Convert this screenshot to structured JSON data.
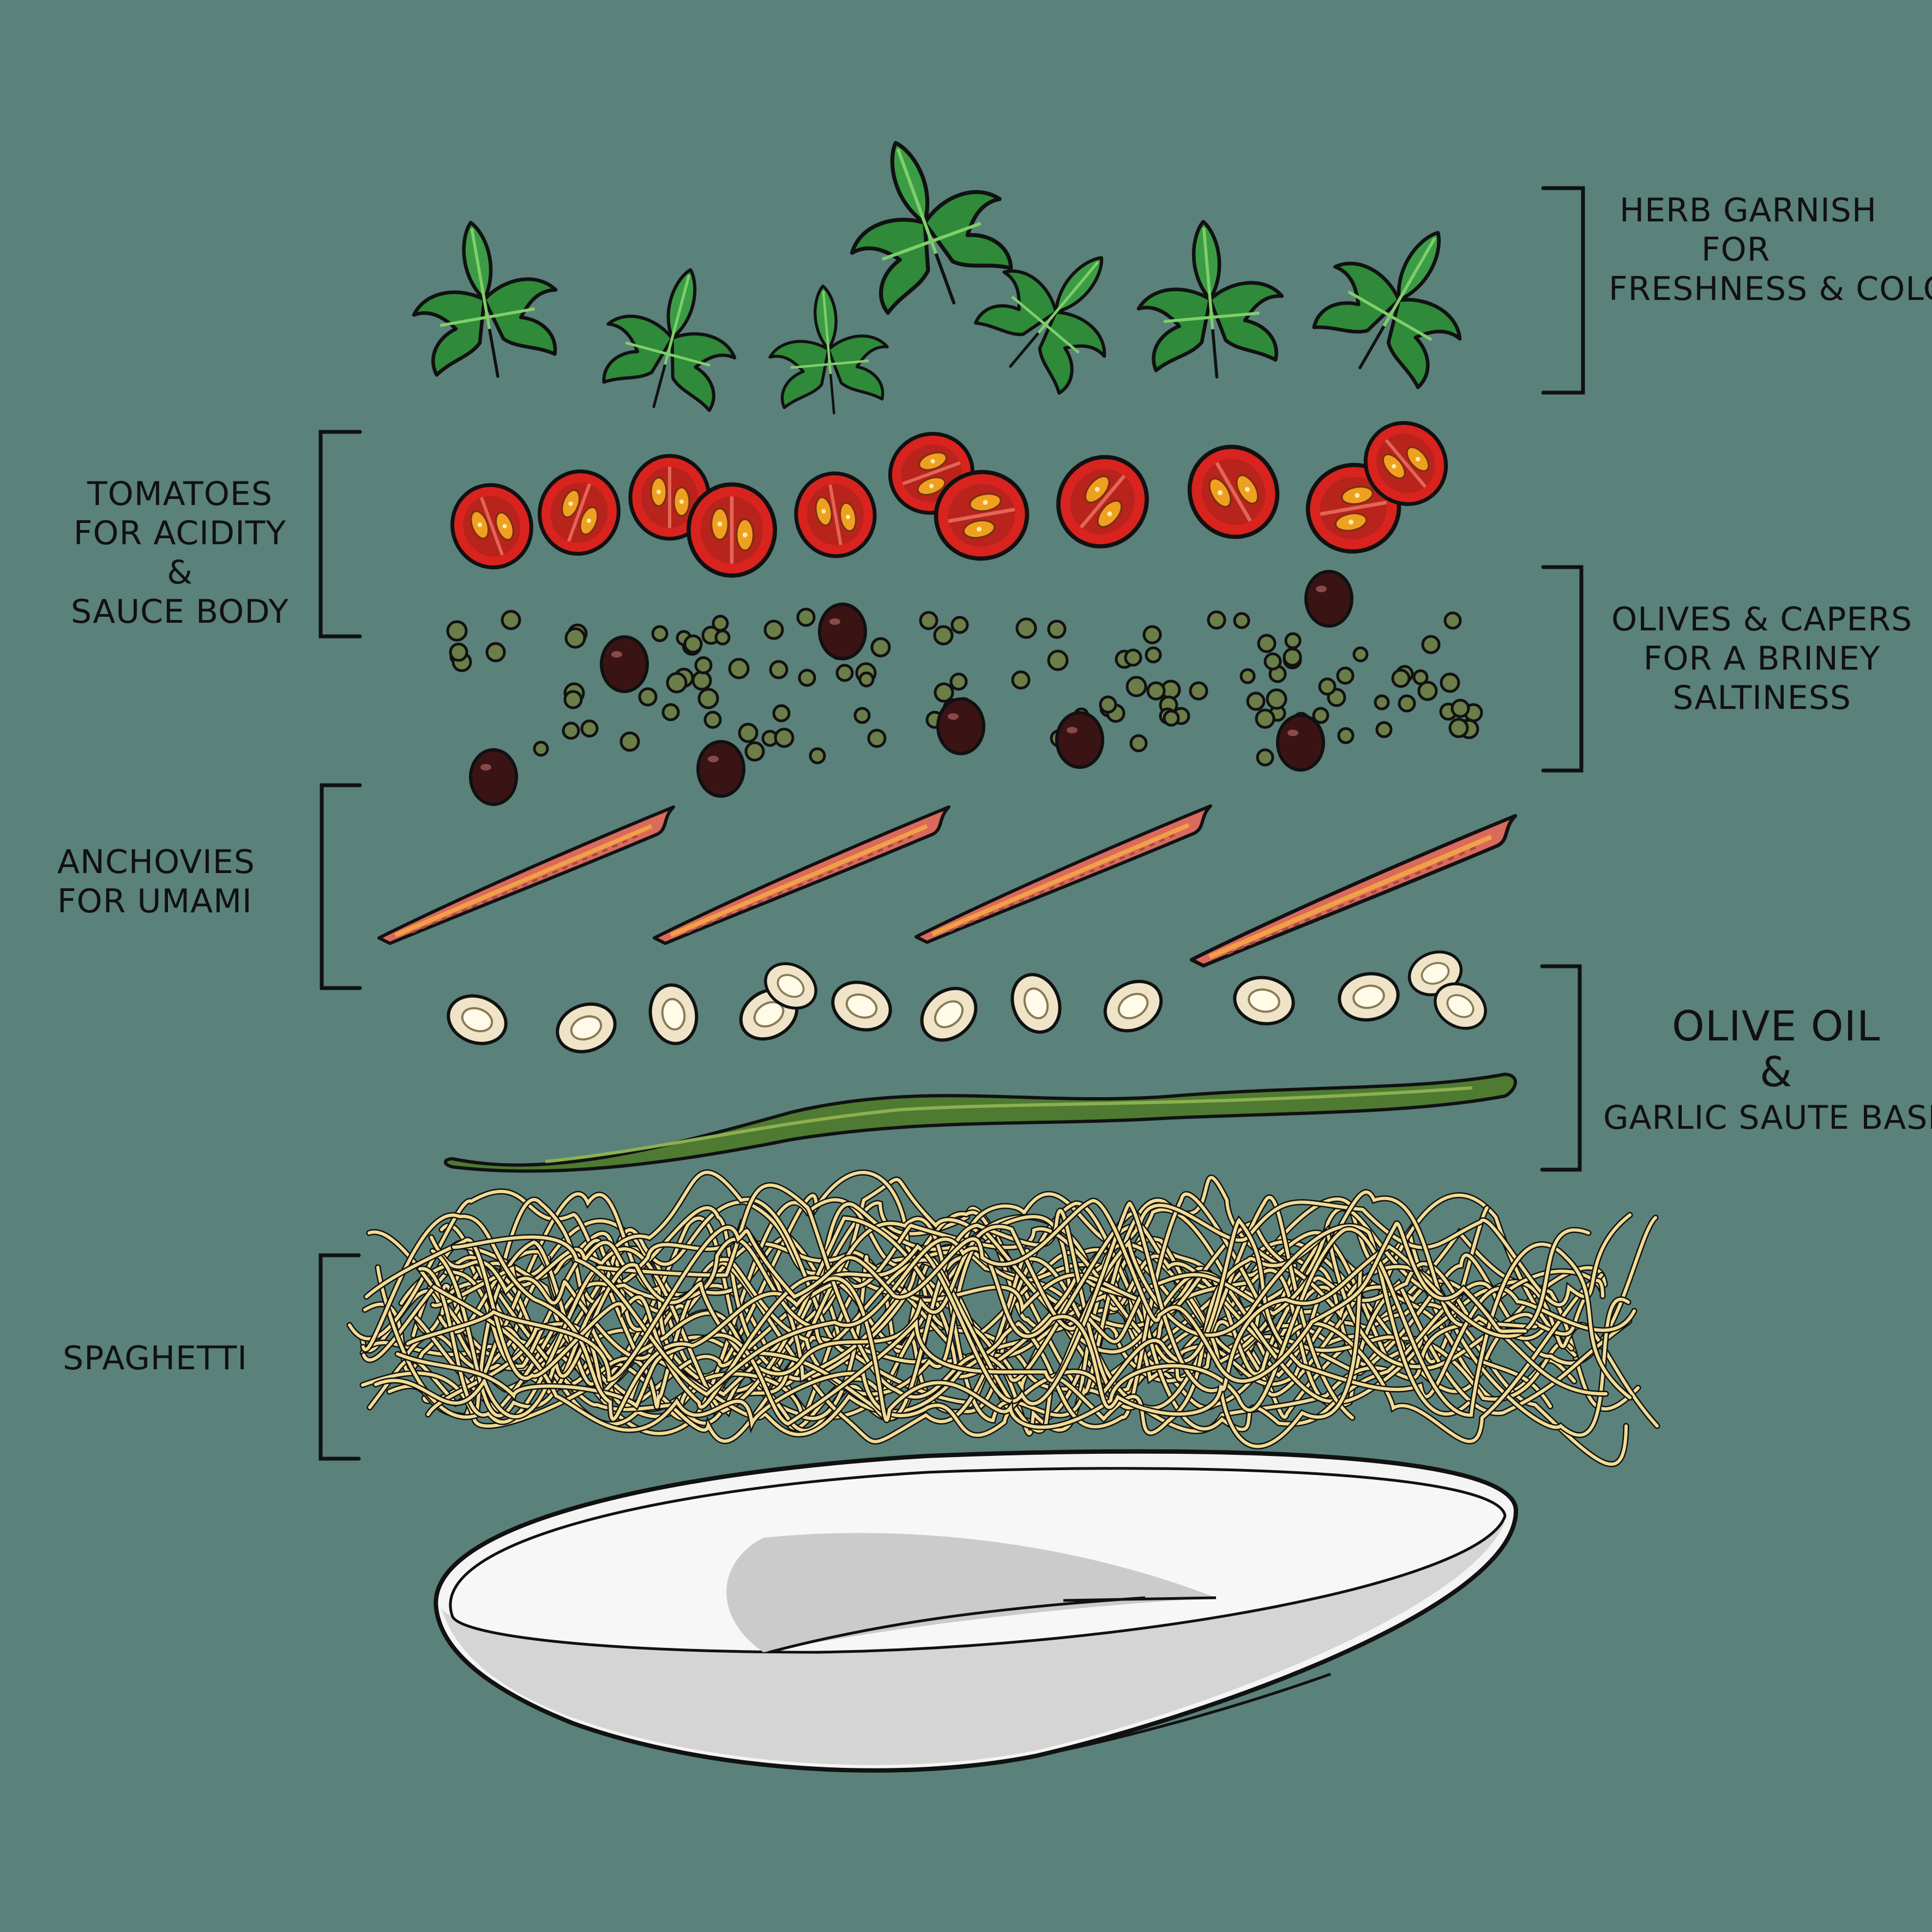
{
  "labels": {
    "herb": [
      "Herb Garnish",
      "for",
      "Freshness & Color"
    ],
    "tomatoes": [
      "Tomatoes",
      "for Acidity",
      "&",
      "Sauce Body"
    ],
    "olives": [
      "Olives & Capers",
      "for a Briney",
      "Saltiness"
    ],
    "anchovies": [
      "Anchovies",
      "for Umami"
    ],
    "oil": [
      "Olive Oil",
      "&",
      "Garlic Saute Base"
    ],
    "spaghetti": [
      "Spaghetti"
    ]
  },
  "colors": {
    "background": "#5b817b",
    "parsley": "#2f8a3a",
    "tomato": "#d9231f",
    "olive": "#3a1414",
    "caper": "#6b7d48",
    "anchovy": "#d96a5c",
    "garlic": "#efe4c8",
    "oil": "#4f7a32",
    "spaghetti": "#f2dc95",
    "plate": "#f4f4f4"
  },
  "icons": [
    "parsley-leaf",
    "tomato-half",
    "olive",
    "caper",
    "anchovy-fillet",
    "garlic-slice",
    "olive-oil-stream",
    "spaghetti-strand",
    "plate"
  ]
}
